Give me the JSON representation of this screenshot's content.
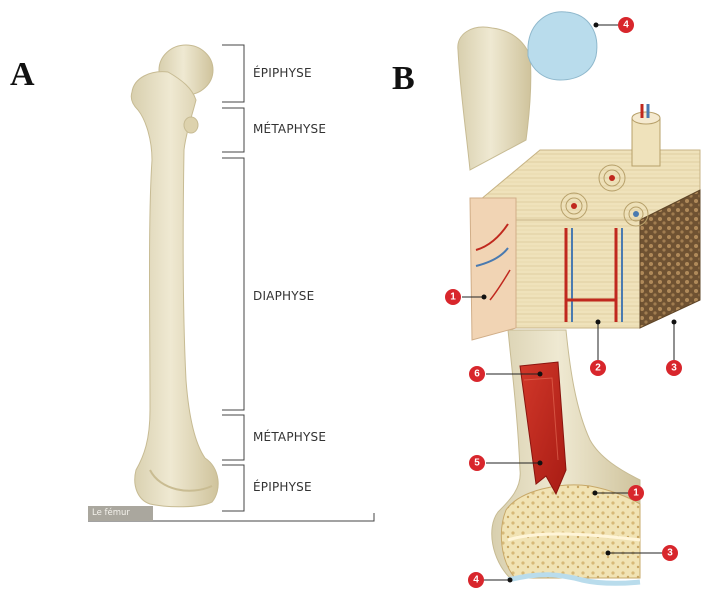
{
  "panels": {
    "a": "A",
    "b": "B"
  },
  "femur_regions": [
    {
      "label": "ÉPIPHYSE"
    },
    {
      "label": "MÉTAPHYSE"
    },
    {
      "label": "DIAPHYSE"
    },
    {
      "label": "MÉTAPHYSE"
    },
    {
      "label": "ÉPIPHYSE"
    }
  ],
  "caption": "Le fémur",
  "callouts": [
    "4",
    "1",
    "2",
    "3",
    "6",
    "5",
    "1",
    "3",
    "4"
  ],
  "colors": {
    "bone": "#ece4c8",
    "bone_shadow": "#d6caa4",
    "marrow_red": "#c0281e",
    "callout_red": "#d8262c",
    "cartilage_blue": "#b9dcec",
    "spongy_bone": "#8b6a45"
  }
}
